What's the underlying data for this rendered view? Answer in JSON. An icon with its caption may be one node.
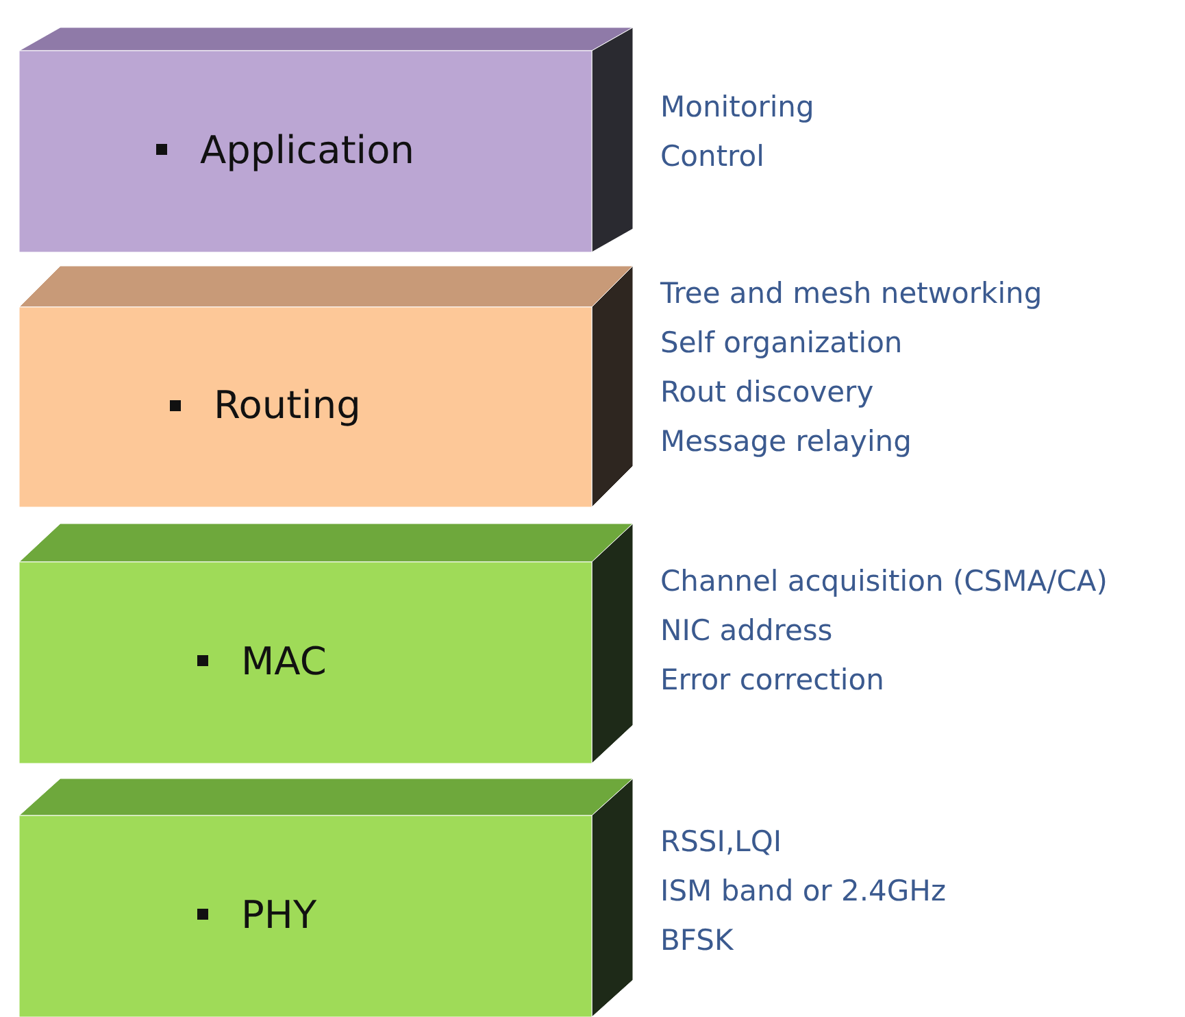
{
  "diagram": {
    "nodes": [
      {
        "text": [
          "Application"
        ],
        "beside": [
          "Monitoring",
          "Control"
        ]
      },
      {
        "text": [
          "Routing"
        ],
        "beside": [
          "Tree and mesh networking",
          "Self organization",
          "Rout discovery",
          "Message relaying"
        ]
      },
      {
        "text": [
          "MAC"
        ],
        "beside": [
          "Channel acquisition (CSMA/CA)",
          "NIC address",
          "Error correction"
        ]
      },
      {
        "text": [
          "PHY"
        ],
        "beside": [
          "RSSI,LQI",
          "ISM band or 2.4GHz",
          "BFSK"
        ]
      }
    ]
  }
}
